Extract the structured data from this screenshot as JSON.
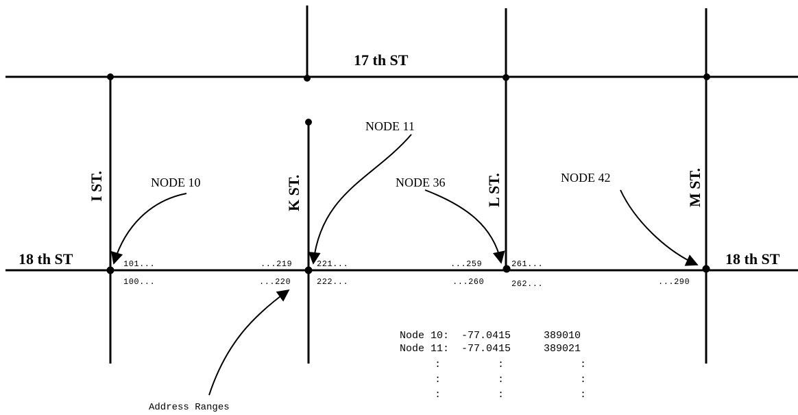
{
  "streets": {
    "seventeenth": "17 th ST",
    "eighteenth_left": "18 th ST",
    "eighteenth_right": "18 th ST",
    "i_st": "I ST.",
    "k_st": "K ST.",
    "l_st": "L ST.",
    "m_st": "M ST."
  },
  "nodes": {
    "node10": "NODE 10",
    "node11": "NODE 11",
    "node36": "NODE 36",
    "node42": "NODE 42"
  },
  "addresses": {
    "a101": "101...",
    "a219": "...219",
    "a221": "221...",
    "a259": "...259",
    "a261": "261...",
    "a100": "100...",
    "a220": "...220",
    "a222": "222...",
    "a260": "...260",
    "a262": "262...",
    "a290": "...290"
  },
  "ranges_label": "Address Ranges",
  "node_table": {
    "row1": {
      "label": "Node 10:",
      "lon": "-77.0415",
      "lat": "389010"
    },
    "row2": {
      "label": "Node 11:",
      "lon": "-77.0415",
      "lat": "389021"
    },
    "ellipsis": ":"
  }
}
